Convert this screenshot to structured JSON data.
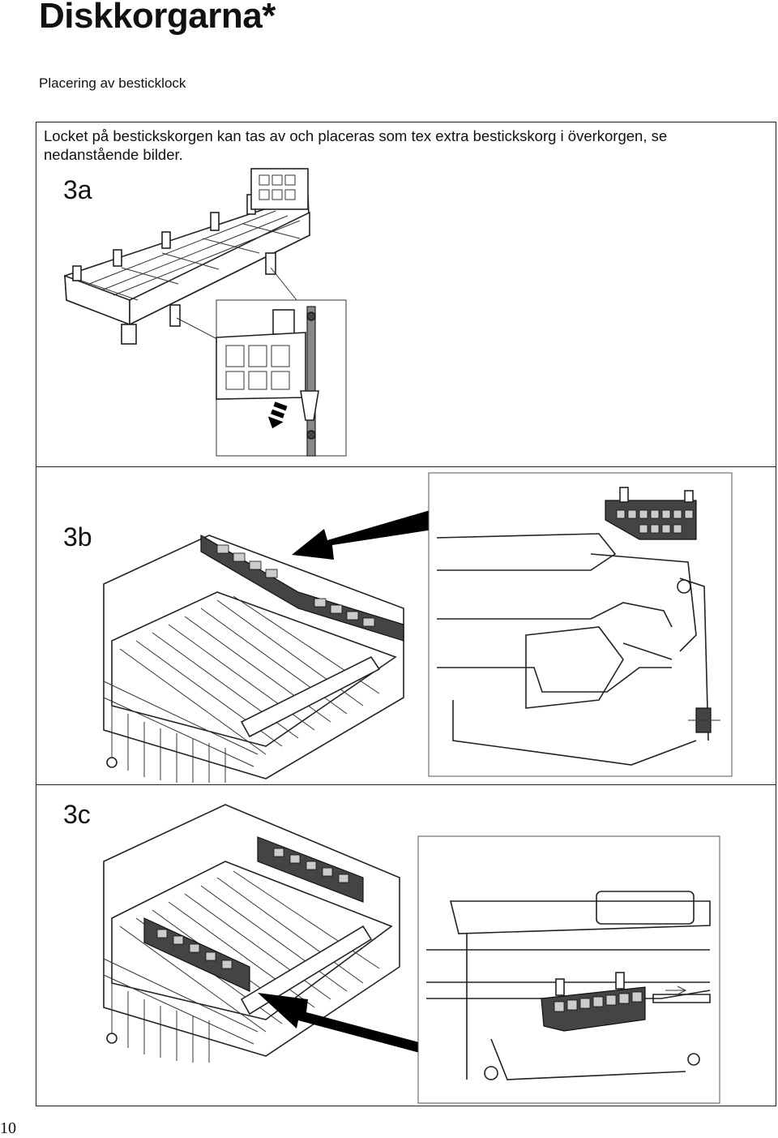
{
  "page": {
    "title": "Diskkorgarna*",
    "subtitle": "Placering av besticklock",
    "intro_text": "Locket på bestickskorgen kan tas av och placeras som tex extra bestickskorg i överkorgen, se nedanstående bilder.",
    "page_number": "10"
  },
  "figures": [
    {
      "id": "3a",
      "label": "3a"
    },
    {
      "id": "3b",
      "label": "3b"
    },
    {
      "id": "3c",
      "label": "3c"
    }
  ]
}
